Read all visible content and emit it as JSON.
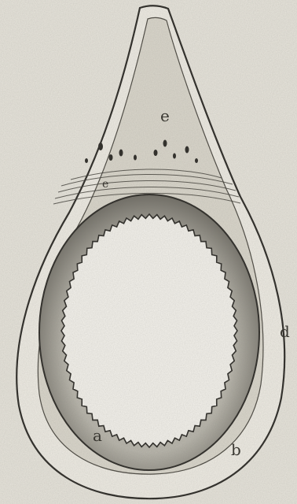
{
  "figure": {
    "labels": {
      "a": "a",
      "b": "b",
      "d": "d",
      "e": "e",
      "e_prime": "e"
    },
    "colors": {
      "paper": "#e9e6dd",
      "ink": "#2a2824",
      "outer_wall": "#f1eee6",
      "inner_fill": "#dcd8cd",
      "dark_band": "#7d7a72",
      "band_mid": "#a4a198",
      "cavity": "#f6f4ee"
    }
  }
}
